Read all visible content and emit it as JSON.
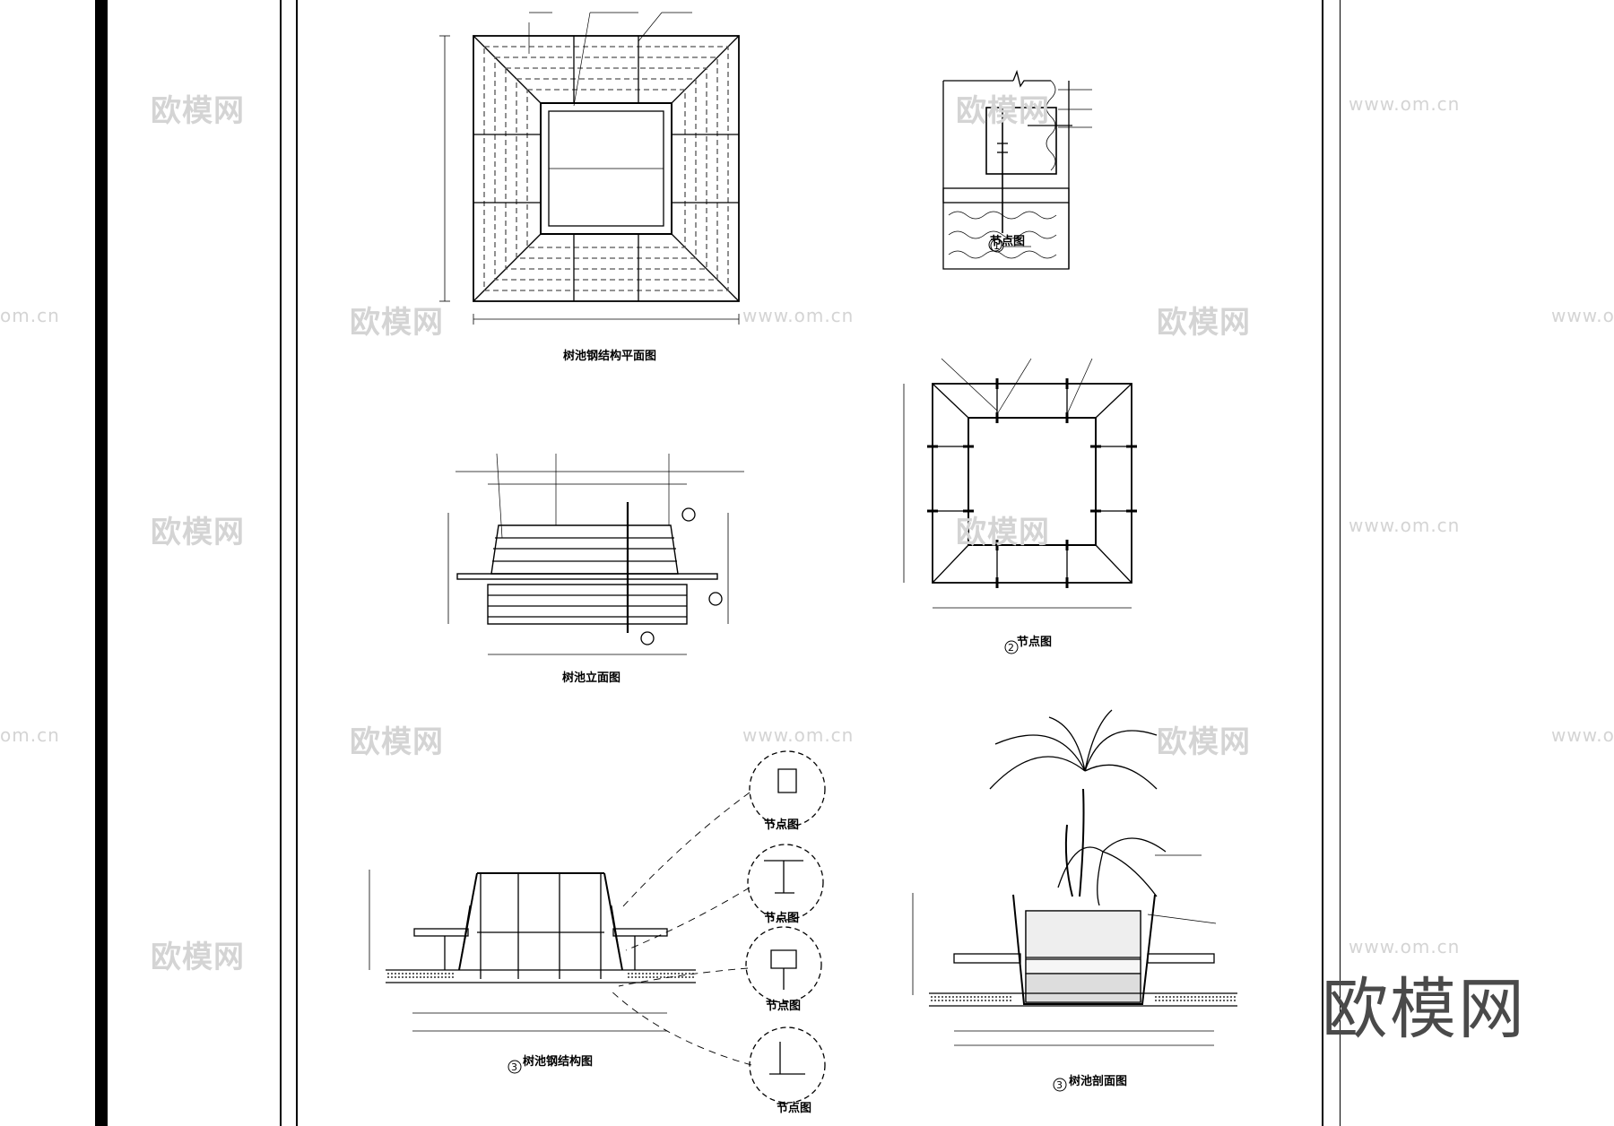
{
  "drawing": {
    "titles": {
      "plan": "树池钢结构平面图",
      "elevation": "树池立面图",
      "structure": "树池钢结构图",
      "section": "树池剖面图",
      "node1": "节点图",
      "node2": "节点图",
      "node_a": "节点图",
      "node_b": "节点图",
      "node_c": "节点图",
      "node_d": "节点图"
    },
    "circle_numbers": {
      "node1": "1",
      "node2": "2",
      "structure": "3",
      "section": "3"
    }
  },
  "watermark": {
    "text_cn": "欧模网",
    "text_url": "www.om.cn",
    "text_url_left": "om.cn",
    "brand": "欧模网"
  }
}
